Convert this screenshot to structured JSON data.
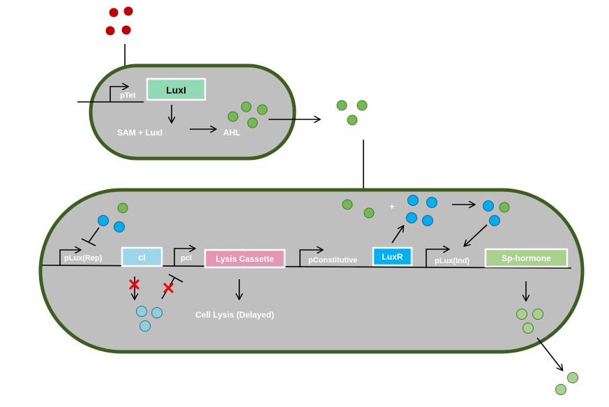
{
  "cell1": {
    "promoter": "pTet",
    "gene": "LuxI",
    "reaction": "SAM + LuxI",
    "product": "AHL"
  },
  "cell2": {
    "promoter_rep": "pLux(Rep)",
    "gene_ci": "cI",
    "promoter_ci": "pcI",
    "gene_lysis": "Lysis Cassette",
    "outcome_lysis": "Cell Lysis (Delayed)",
    "promoter_const": "pConstitutive",
    "gene_luxr": "LuxR",
    "plus": "+",
    "promoter_ind": "pLux(Ind)",
    "gene_hormone": "Sp-hormone"
  },
  "colors": {
    "cell_fill": "#bfbfbf",
    "cell_border": "#3a5f1e",
    "ahl_green": "#76b852",
    "luxr_blue": "#00aeef",
    "ci_light_blue": "#92cddc",
    "hormone_light_green": "#a9d18e",
    "inducer_red": "#c00000",
    "inhibit_red": "#ff0000",
    "luxi_box": "#92d9b6",
    "ci_box": "#9dd6e8",
    "lysis_box": "#e597b1",
    "luxr_box": "#00b0f0",
    "hormone_box": "#a9d18e"
  }
}
